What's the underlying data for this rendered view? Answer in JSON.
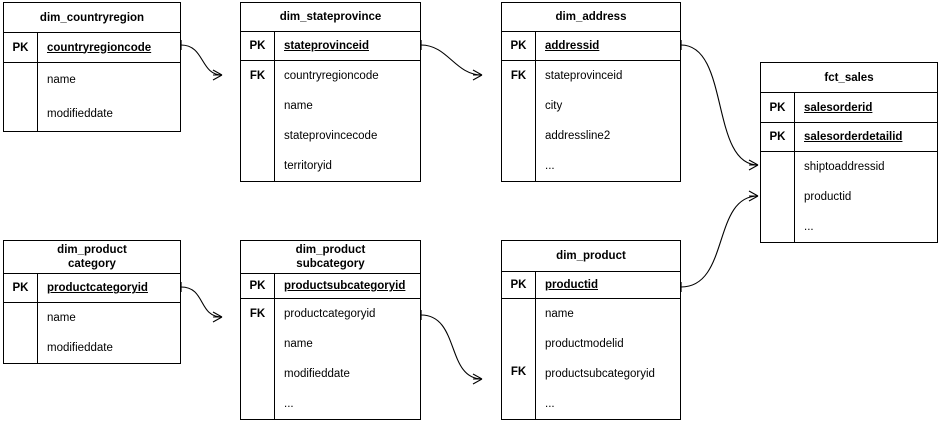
{
  "diagram": {
    "type": "entity-relationship-diagram",
    "notation": "crow's-foot",
    "background_color": "#ffffff",
    "line_color": "#000000"
  },
  "entities": [
    {
      "id": "dim_countryregion",
      "title": "dim_countryregion",
      "pk_rows": [
        {
          "key": "PK",
          "name": "countryregioncode"
        }
      ],
      "body_key": "",
      "attributes": [
        "name",
        "modifieddate"
      ]
    },
    {
      "id": "dim_stateprovince",
      "title": "dim_stateprovince",
      "pk_rows": [
        {
          "key": "PK",
          "name": "stateprovinceid"
        }
      ],
      "body_key": "FK",
      "attributes": [
        "countryregioncode",
        "name",
        "stateprovincecode",
        "territoryid"
      ]
    },
    {
      "id": "dim_address",
      "title": "dim_address",
      "pk_rows": [
        {
          "key": "PK",
          "name": "addressid"
        }
      ],
      "body_key": "FK",
      "attributes": [
        "stateprovinceid",
        "city",
        "addressline2",
        "..."
      ]
    },
    {
      "id": "fct_sales",
      "title": "fct_sales",
      "pk_rows": [
        {
          "key": "PK",
          "name": "salesorderid"
        },
        {
          "key": "PK",
          "name": "salesorderdetailid"
        }
      ],
      "body_key": "",
      "attributes": [
        "shiptoaddressid",
        "productid",
        "..."
      ]
    },
    {
      "id": "dim_productcategory",
      "title": "dim_product\ncategory",
      "pk_rows": [
        {
          "key": "PK",
          "name": "productcategoryid"
        }
      ],
      "body_key": "",
      "attributes": [
        "name",
        "modifieddate"
      ]
    },
    {
      "id": "dim_productsubcategory",
      "title": "dim_product\nsubcategory",
      "pk_rows": [
        {
          "key": "PK",
          "name": "productsubcategoryid"
        }
      ],
      "body_key": "FK",
      "attributes": [
        "productcategoryid",
        "name",
        "modifieddate",
        "..."
      ]
    },
    {
      "id": "dim_product",
      "title": "dim_product",
      "pk_rows": [
        {
          "key": "PK",
          "name": "productid"
        }
      ],
      "body_key": "FK",
      "attributes": [
        "name",
        "productmodelid",
        "productsubcategoryid",
        "..."
      ]
    }
  ],
  "relationships": [
    {
      "from": "dim_countryregion.countryregioncode",
      "to": "dim_stateprovince.countryregioncode"
    },
    {
      "from": "dim_stateprovince.stateprovinceid",
      "to": "dim_address.stateprovinceid"
    },
    {
      "from": "dim_address.addressid",
      "to": "fct_sales.shiptoaddressid"
    },
    {
      "from": "dim_product.productid",
      "to": "fct_sales.productid"
    },
    {
      "from": "dim_productcategory.productcategoryid",
      "to": "dim_productsubcategory.productcategoryid"
    },
    {
      "from": "dim_productsubcategory.productsubcategoryid",
      "to": "dim_product.productsubcategoryid"
    }
  ]
}
